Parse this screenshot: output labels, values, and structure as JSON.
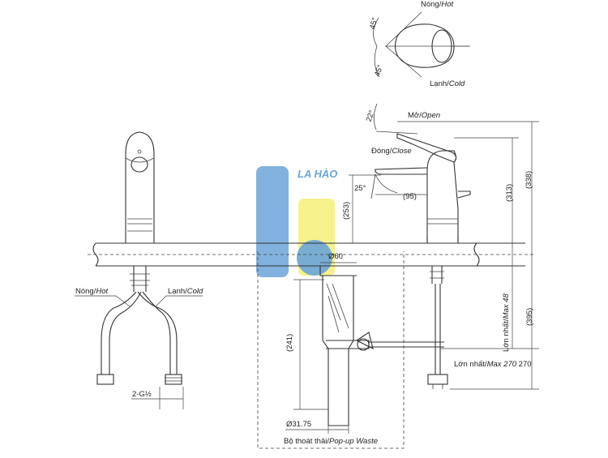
{
  "watermark": {
    "text": "LA HÀO",
    "blue": "#5b9bd5",
    "yellow": "#f4ee6a"
  },
  "labels": {
    "hot_top": "Nóng/",
    "hot_top_it": "Hot",
    "cold_top": "Lạnh/",
    "cold_top_it": "Cold",
    "angle_top_a": "45°",
    "angle_top_b": "45°",
    "open": "Mở/",
    "open_it": "Open",
    "close": "Đóng/",
    "close_it": "Close",
    "angle_22": "22°",
    "angle_25": "25°",
    "dim_95": "(95)",
    "dim_253": "(253)",
    "dim_313": "(313)",
    "dim_338": "(338)",
    "dim_60": "Ø60",
    "dim_241": "(241)",
    "dim_395": "(395)",
    "max48": "Lớn nhất/",
    "max48_it": "Max 48",
    "max270": "Lớn nhất/",
    "max270_it": "Max 270",
    "d3175": "Ø31.75",
    "waste": "Bộ thoát thải/",
    "waste_it": "Pop-up Waste",
    "hot_left": "Nóng/",
    "hot_left_it": "Hot",
    "cold_left": "Lạnh/",
    "cold_left_it": "Cold",
    "thread": "2-G½"
  }
}
